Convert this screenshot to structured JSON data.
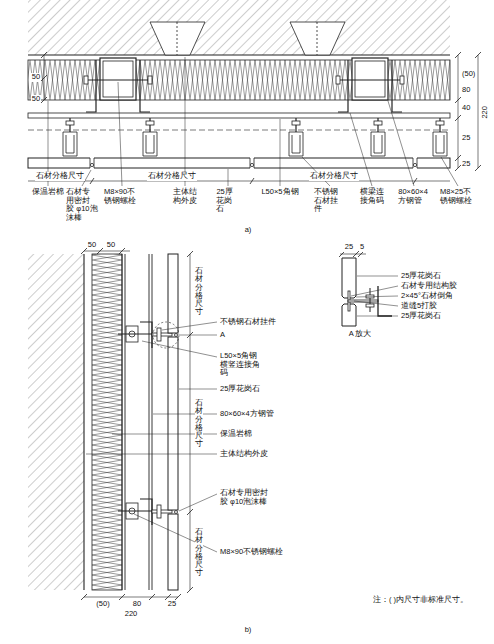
{
  "diagram": {
    "labels": [
      "50",
      "50",
      "(50)",
      "80",
      "40",
      "25",
      "25",
      "220",
      "石材分格尺寸",
      "石材分格尺寸",
      "石材分格尺寸",
      "保温岩棉",
      "石材专用密封胶 φ10泡沫棒",
      "M8×90不锈钢螺栓",
      "主体结构外皮",
      "25厚花岗石",
      "L50×5角钢",
      "不锈钢石材挂件",
      "横梁连接角码",
      "80×60×4方钢管",
      "M8×25不锈钢螺栓",
      "a)",
      "50",
      "50",
      "不锈钢石材挂件",
      "A",
      "L50×5角钢 横竖连接角码",
      "25厚花岗石",
      "80×60×4方钢管",
      "保温岩棉",
      "主体结构外皮",
      "石材专用密封胶 φ10泡沫棒",
      "M8×90不锈钢螺栓",
      "石材分格尺寸",
      "石材分格尺寸",
      "石材分格尺寸",
      "(50)",
      "80",
      "25",
      "220",
      "b)",
      "25",
      "5",
      "A 放大",
      "25厚花岗石",
      "石材专用结构胶",
      "2×45°石材倒角",
      "道缝5打胶",
      "25厚花岗石",
      "注：( )内尺寸非标准尺寸。"
    ]
  }
}
